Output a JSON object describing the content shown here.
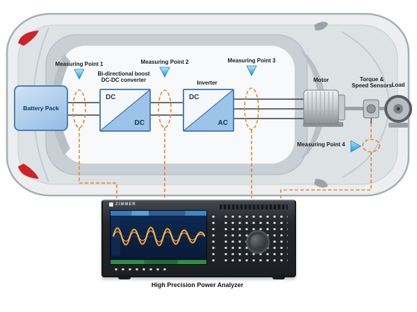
{
  "labels": {
    "measuring_point_1": "Measuring Point 1",
    "measuring_point_2": "Measuring Point 2",
    "measuring_point_3": "Measuring Point 3",
    "measuring_point_4": "Measuring Point 4"
  },
  "components": {
    "battery": {
      "label": "Battery Pack"
    },
    "dcdc": {
      "title": "Bi-directional boost\nDC-DC converter",
      "input": "DC",
      "output": "DC"
    },
    "inverter": {
      "title": "Inverter",
      "input": "DC",
      "output": "AC"
    },
    "motor": {
      "label": "Motor"
    },
    "sensors": {
      "label": "Torque &\nSpeed Sensors"
    },
    "load": {
      "label": "Load"
    }
  },
  "analyzer": {
    "brand": "ZIMMER",
    "caption": "High Precision Power Analyzer"
  },
  "colors": {
    "accent_orange": "#e8882a",
    "marker_blue": "#149ad6",
    "box_border": "#4d7fb5",
    "wire": "#3a3a3a",
    "taillight_red": "#cf2128",
    "screen_blue": "#0d2b55",
    "waveform_orange": "#ff9d2e"
  }
}
